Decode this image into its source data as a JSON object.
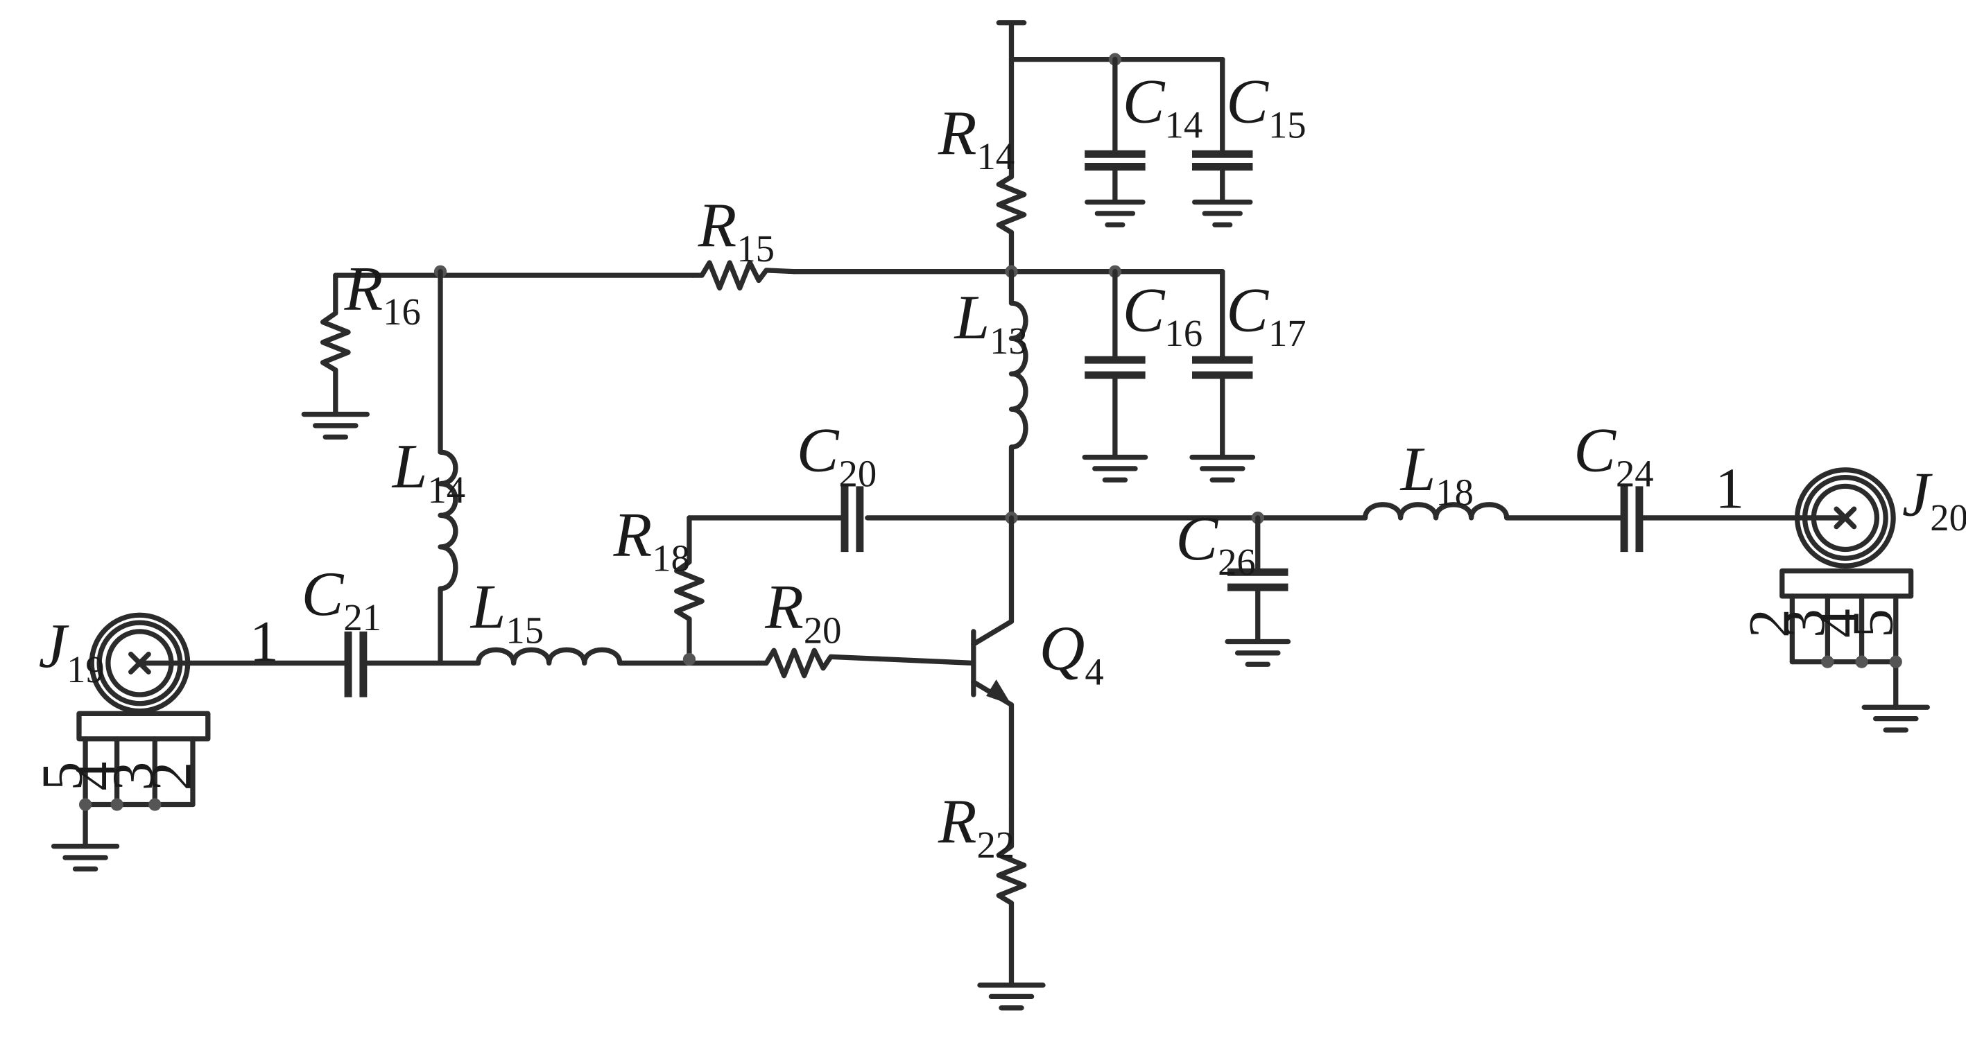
{
  "components": {
    "R14": {
      "letter": "R",
      "sub": "14"
    },
    "R15": {
      "letter": "R",
      "sub": "15"
    },
    "R16": {
      "letter": "R",
      "sub": "16"
    },
    "R18": {
      "letter": "R",
      "sub": "18"
    },
    "R20": {
      "letter": "R",
      "sub": "20"
    },
    "R22": {
      "letter": "R",
      "sub": "22"
    },
    "C14": {
      "letter": "C",
      "sub": "14"
    },
    "C15": {
      "letter": "C",
      "sub": "15"
    },
    "C16": {
      "letter": "C",
      "sub": "16"
    },
    "C17": {
      "letter": "C",
      "sub": "17"
    },
    "C20": {
      "letter": "C",
      "sub": "20"
    },
    "C21": {
      "letter": "C",
      "sub": "21"
    },
    "C24": {
      "letter": "C",
      "sub": "24"
    },
    "C26": {
      "letter": "C",
      "sub": "26"
    },
    "L13": {
      "letter": "L",
      "sub": "13"
    },
    "L14": {
      "letter": "L",
      "sub": "14"
    },
    "L15": {
      "letter": "L",
      "sub": "15"
    },
    "L18": {
      "letter": "L",
      "sub": "18"
    },
    "Q4": {
      "letter": "Q",
      "sub": "4"
    },
    "J19": {
      "letter": "J",
      "sub": "19"
    },
    "J20": {
      "letter": "J",
      "sub": "20"
    }
  },
  "pins": {
    "j19_signal": "1",
    "j20_signal": "1",
    "j19_p5": "5",
    "j19_p4": "4",
    "j19_p3": "3",
    "j19_p2": "2",
    "j20_p2": "2",
    "j20_p3": "3",
    "j20_p4": "4",
    "j20_p5": "5"
  }
}
